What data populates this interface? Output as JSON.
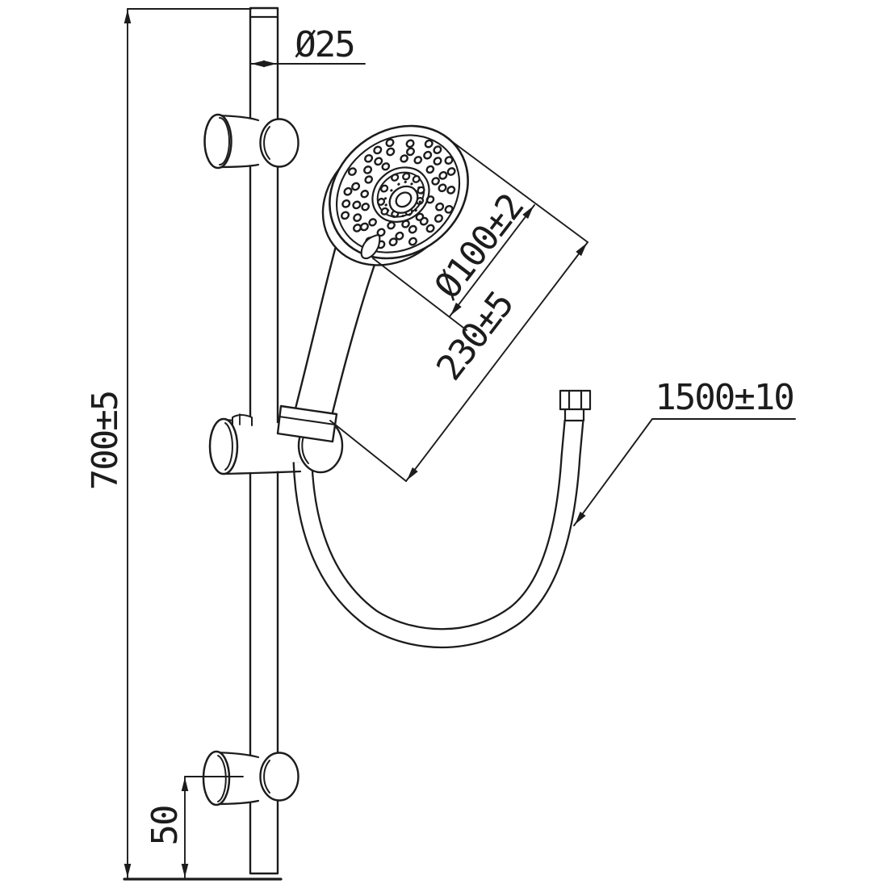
{
  "drawing": {
    "type": "technical-drawing",
    "subject": "hand shower slide rail kit",
    "colors": {
      "background": "#ffffff",
      "line": "#1c1c1c"
    },
    "dims": {
      "rail_diameter": "Ø25",
      "rail_length": "700±5",
      "bottom_bracket_offset": "50",
      "head_diameter": "Ø100±2",
      "handshower_length": "230±5",
      "hose_length": "1500±10"
    }
  }
}
